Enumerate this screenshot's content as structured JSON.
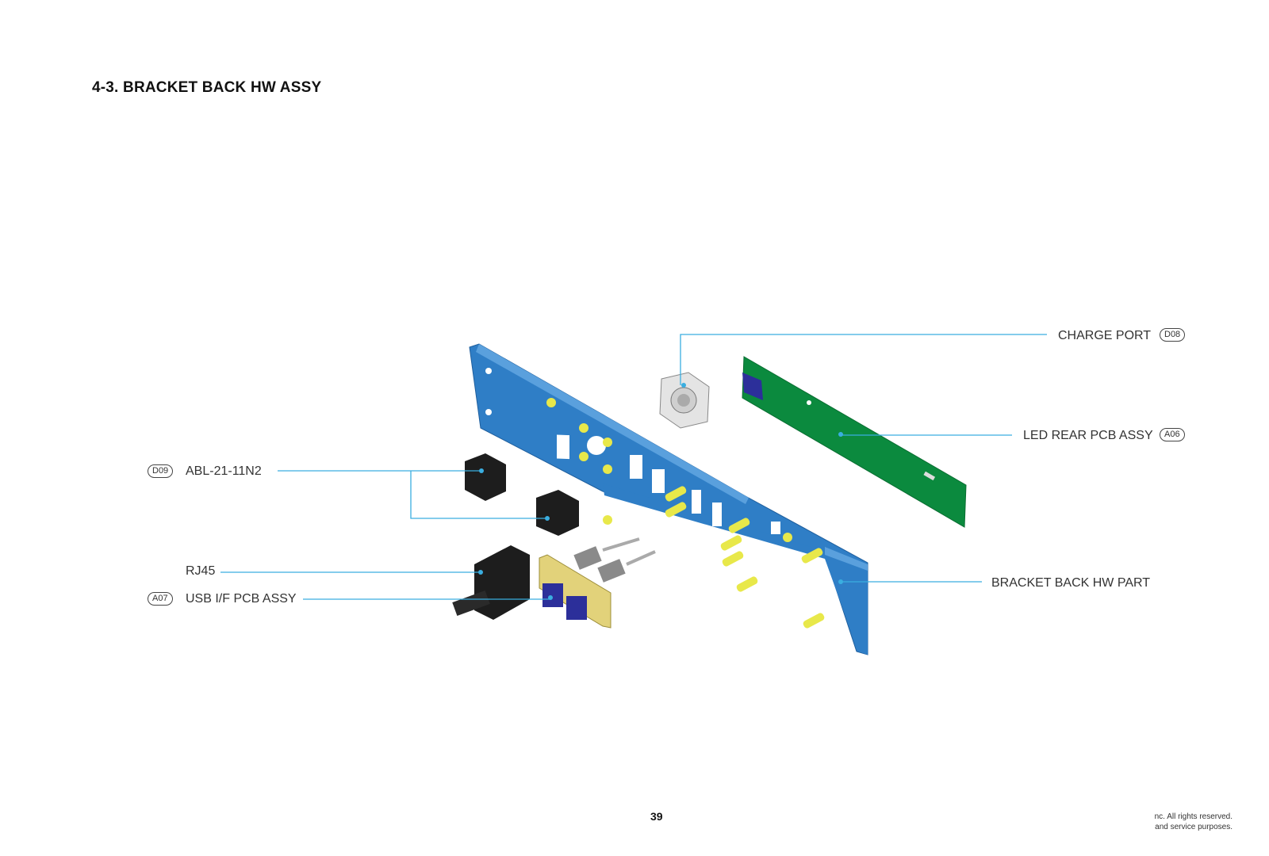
{
  "page": {
    "title": "4-3. BRACKET BACK HW ASSY",
    "page_number": "39",
    "footer_line1": "nc. All rights reserved.",
    "footer_line2": "and service purposes."
  },
  "callouts": [
    {
      "id": "charge-port",
      "label": "CHARGE PORT",
      "code": "D08"
    },
    {
      "id": "led-rear-pcb",
      "label": "LED REAR PCB ASSY",
      "code": "A06"
    },
    {
      "id": "bracket-part",
      "label": "BRACKET BACK HW PART",
      "code": ""
    },
    {
      "id": "abl",
      "label": "ABL-21-11N2",
      "code": "D09"
    },
    {
      "id": "rj45",
      "label": "RJ45",
      "code": ""
    },
    {
      "id": "usb-pcb",
      "label": "USB I/F PCB ASSY",
      "code": "A07"
    }
  ],
  "colors": {
    "bracket": "#2f7ec6",
    "pcb_green": "#0b8a3e",
    "leader": "#3aaee0",
    "standoff": "#e8e84a",
    "connector_dark": "#1d1d1d",
    "usb_board": "#e2d27a",
    "usb_blue": "#2c2f9a"
  }
}
